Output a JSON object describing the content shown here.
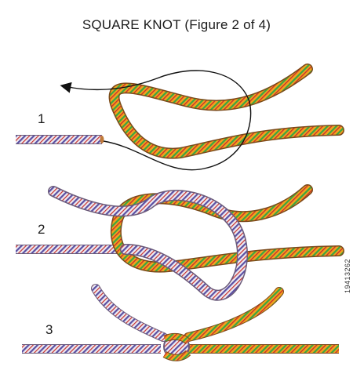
{
  "title": "SQUARE KNOT (Figure 2 of 4)",
  "steps": [
    {
      "number": "1"
    },
    {
      "number": "2"
    },
    {
      "number": "3"
    }
  ],
  "stock_id": "19413262",
  "colors": {
    "orange_rope": "#f2a21e",
    "orange_pattern": "#3aa640",
    "white_rope": "#eceaf2",
    "white_pattern": "#5a4fa3",
    "rope_outline": "#7a4a1a",
    "arrow": "#111111"
  },
  "icons": [
    "arrow-right-icon",
    "arrow-left-icon"
  ]
}
